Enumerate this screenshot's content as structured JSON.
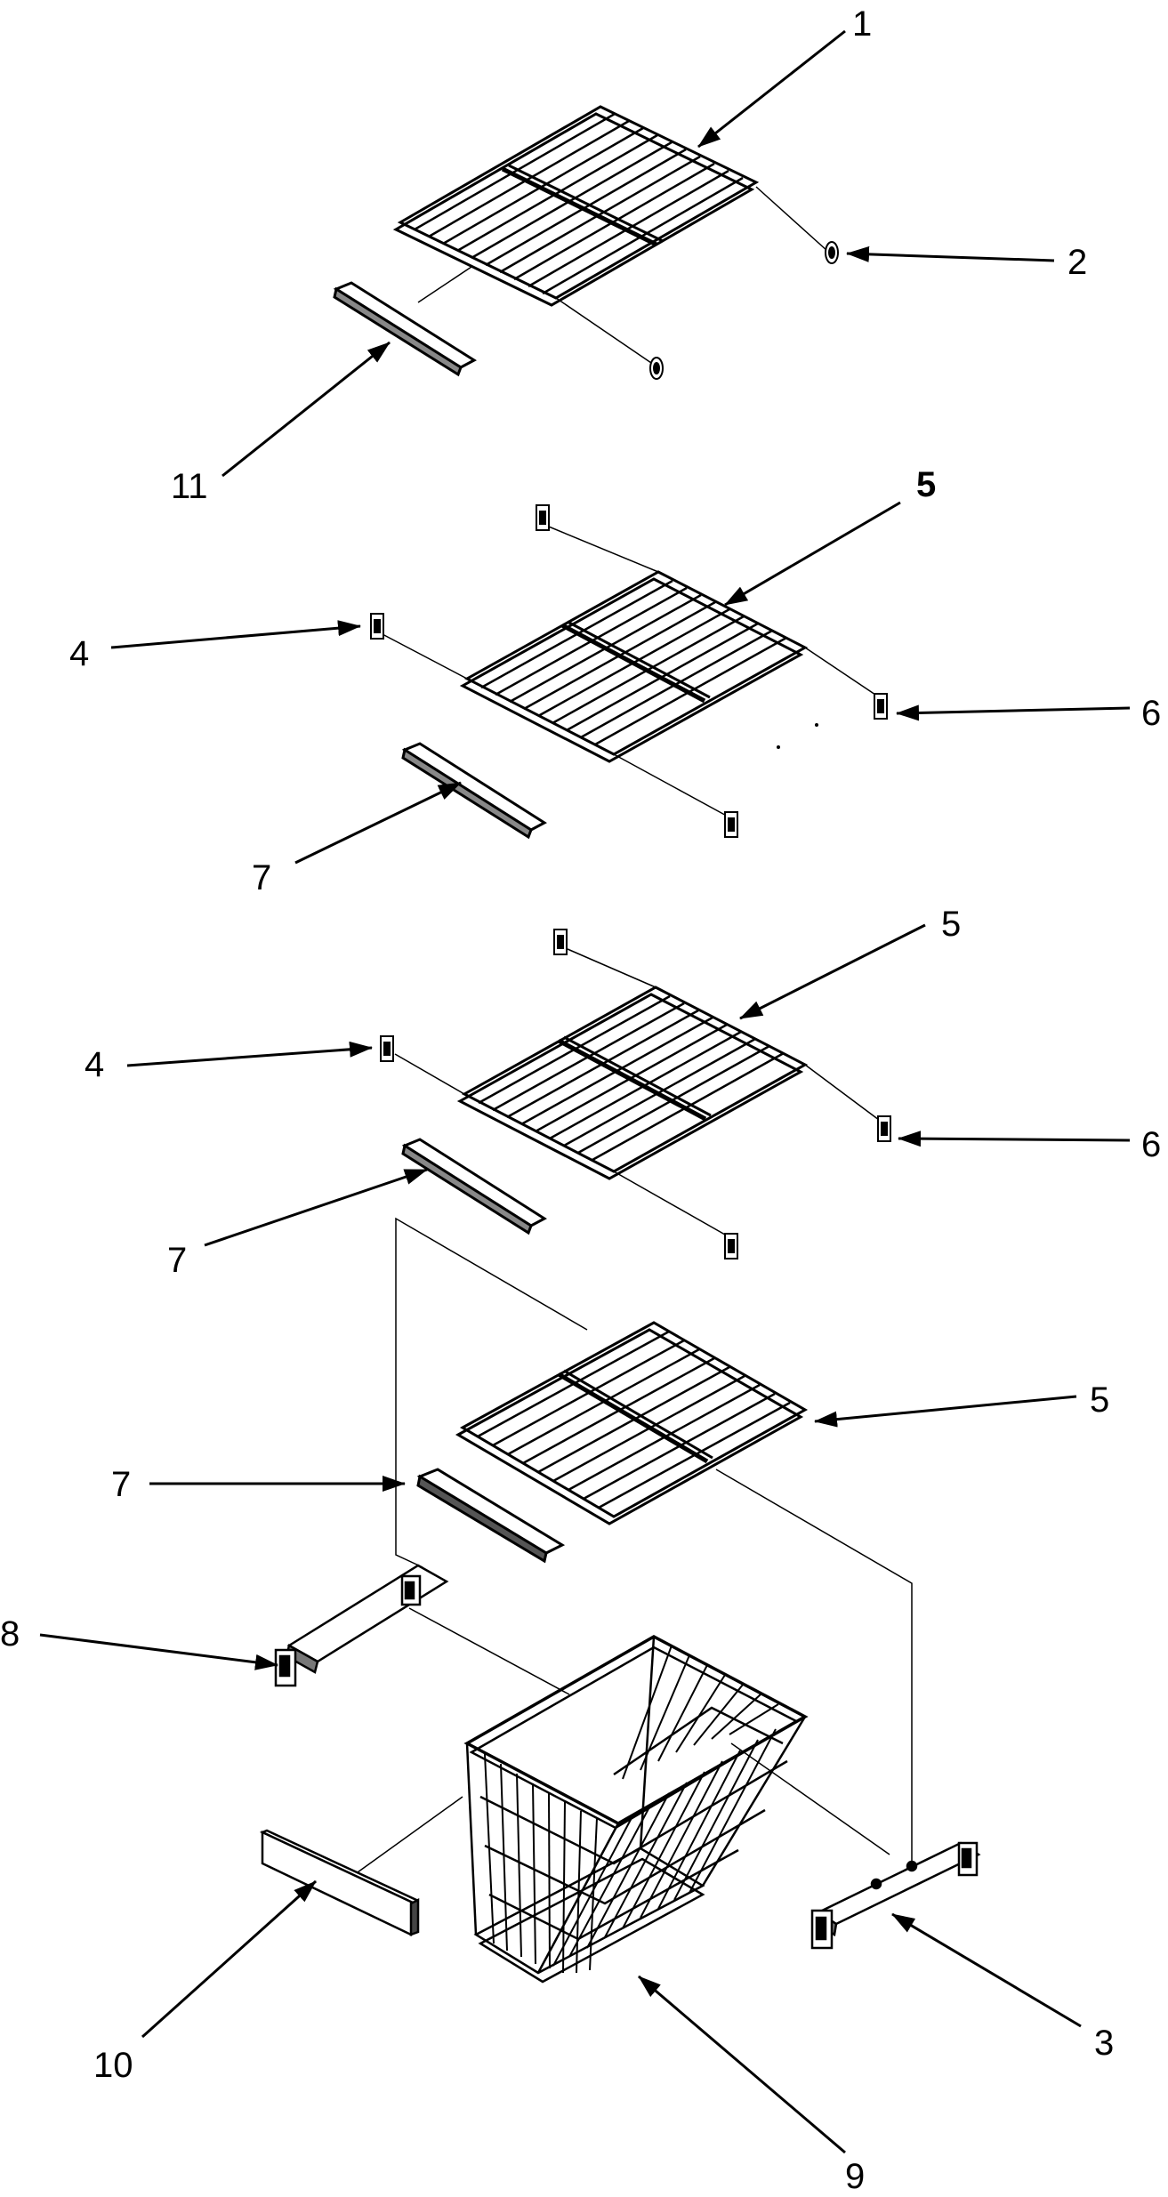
{
  "diagram": {
    "callouts": {
      "c1": "1",
      "c2": "2",
      "c11": "11",
      "c5a": "5",
      "c4a": "4",
      "c6a": "6",
      "c7a": "7",
      "c5b": "5",
      "c4b": "4",
      "c6b": "6",
      "c7b": "7",
      "c5c": "5",
      "c7c": "7",
      "c8": "8",
      "c3": "3",
      "c10": "10",
      "c9": "9"
    }
  }
}
